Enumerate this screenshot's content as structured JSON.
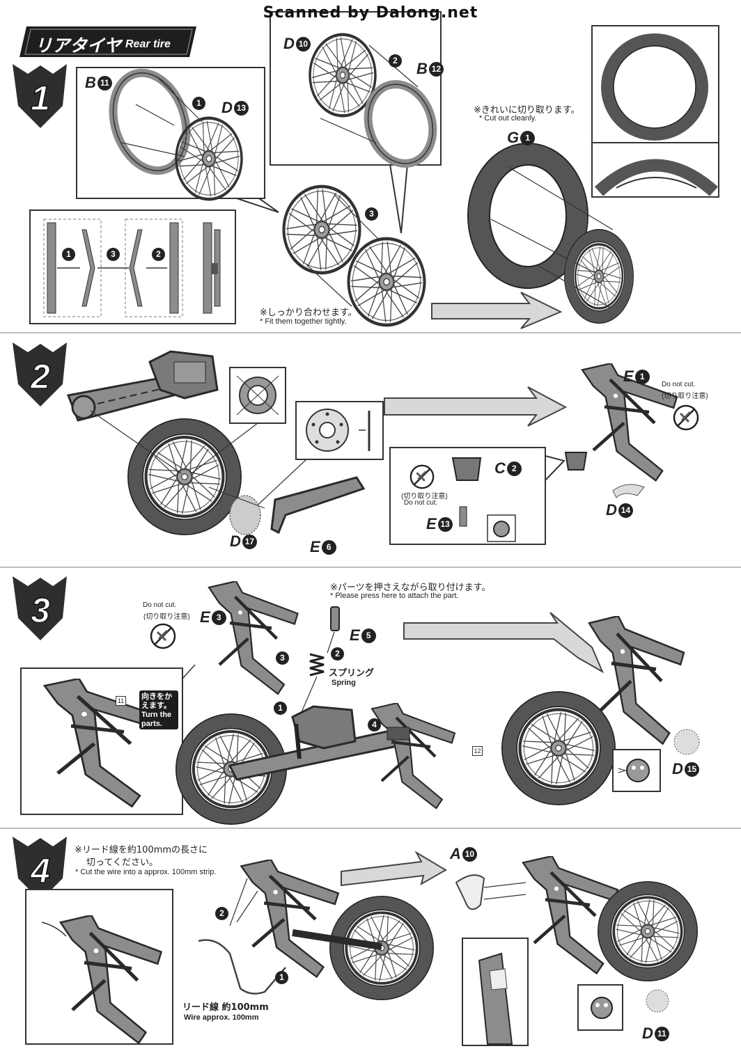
{
  "header": "Scanned by Dalong.net",
  "title": {
    "jp": "リアタイヤ",
    "en": "Rear tire"
  },
  "step_numbers": [
    "1",
    "2",
    "3",
    "4"
  ],
  "step1": {
    "b11": {
      "l": "B",
      "n": "11"
    },
    "d13": {
      "l": "D",
      "n": "13"
    },
    "d10": {
      "l": "D",
      "n": "10"
    },
    "b12": {
      "l": "B",
      "n": "12"
    },
    "g1": {
      "l": "G",
      "n": "1"
    },
    "note_cut_jp": "※きれいに切り取ります。",
    "note_cut_en": "* Cut out cleanly.",
    "note_fit_jp": "※しっかり合わせます。",
    "note_fit_en": "* Fit them together tightly.",
    "arrows": [
      "1",
      "2",
      "3"
    ]
  },
  "step2": {
    "e1": {
      "l": "E",
      "n": "1"
    },
    "c2": {
      "l": "C",
      "n": "2"
    },
    "e13": {
      "l": "E",
      "n": "13"
    },
    "d14": {
      "l": "D",
      "n": "14"
    },
    "d17": {
      "l": "D",
      "n": "17"
    },
    "e6": {
      "l": "E",
      "n": "6"
    },
    "nocut_en": "Do not cut.",
    "nocut_jp": "(切り取り注意)"
  },
  "step3": {
    "e3": {
      "l": "E",
      "n": "3"
    },
    "e5": {
      "l": "E",
      "n": "5"
    },
    "d15": {
      "l": "D",
      "n": "15"
    },
    "press_jp": "※パーツを押さえながら取り付けます。",
    "press_en": "* Please press here to attach the part.",
    "nocut_en": "Do not cut.",
    "nocut_jp": "(切り取り注意)",
    "spring_jp": "スプリング",
    "spring_en": "Spring",
    "turn_jp": "向きをかえます。",
    "turn_en": "Turn the parts.",
    "flag11": "11",
    "flag12": "12",
    "arrows": [
      "1",
      "2",
      "3",
      "4"
    ]
  },
  "step4": {
    "a10": {
      "l": "A",
      "n": "10"
    },
    "d11": {
      "l": "D",
      "n": "11"
    },
    "wire_note_jp1": "※リード線を約100mmの長さに",
    "wire_note_jp2": "切ってください。",
    "wire_note_en": "* Cut the wire into a approx. 100mm strip.",
    "wire_jp": "リード線 約100mm",
    "wire_en": "Wire approx. 100mm",
    "arrows": [
      "1",
      "2"
    ]
  },
  "colors": {
    "ink": "#2a2a2a",
    "part": "#8c8c8c",
    "tire": "#555555"
  }
}
